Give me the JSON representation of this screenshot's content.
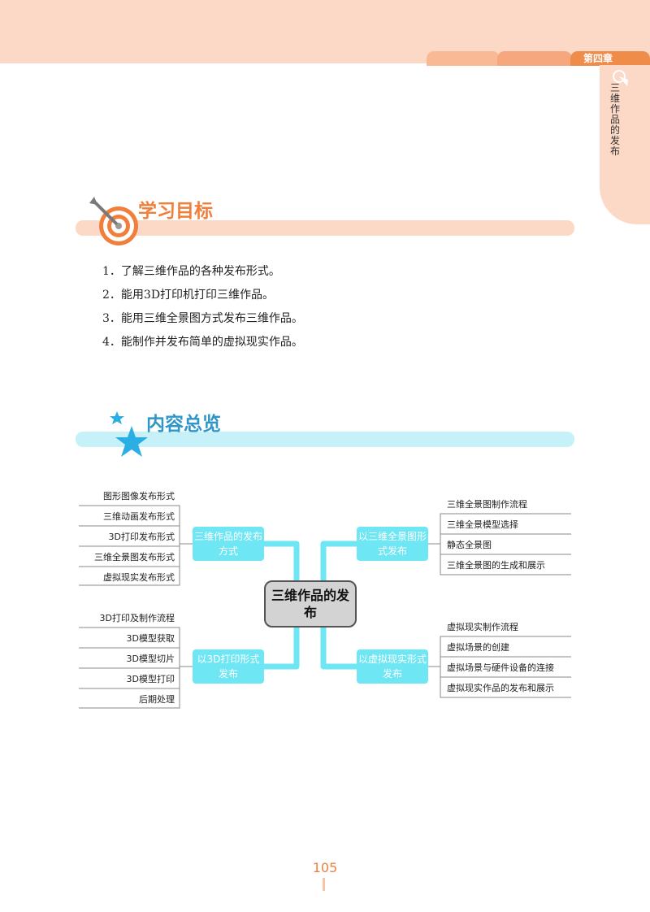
{
  "header": {
    "chapter": "第四章",
    "side_title": "三维作品的发布"
  },
  "goals": {
    "title": "学习目标",
    "items": [
      "1．了解三维作品的各种发布形式。",
      "2．能用3D打印机打印三维作品。",
      "3．能用三维全景图方式发布三维作品。",
      "4．能制作并发布简单的虚拟现实作品。"
    ]
  },
  "overview": {
    "title": "内容总览",
    "center": "三维作品的发布",
    "branches": [
      {
        "label": "三维作品的发布方式",
        "items": [
          "图形图像发布形式",
          "三维动画发布形式",
          "3D打印发布形式",
          "三维全景图发布形式",
          "虚拟现实发布形式"
        ]
      },
      {
        "label": "以三维全景图形式发布",
        "items": [
          "三维全景图制作流程",
          "三维全景模型选择",
          "静态全景图",
          "三维全景图的生成和展示"
        ]
      },
      {
        "label": "以3D打印形式发布",
        "items": [
          "3D打印及制作流程",
          "3D模型获取",
          "3D模型切片",
          "3D模型打印",
          "后期处理"
        ]
      },
      {
        "label": "以虚拟现实形式发布",
        "items": [
          "虚拟现实制作流程",
          "虚拟场景的创建",
          "虚拟场景与硬件设备的连接",
          "虚拟现实作品的发布和展示"
        ]
      }
    ]
  },
  "page_number": "105"
}
